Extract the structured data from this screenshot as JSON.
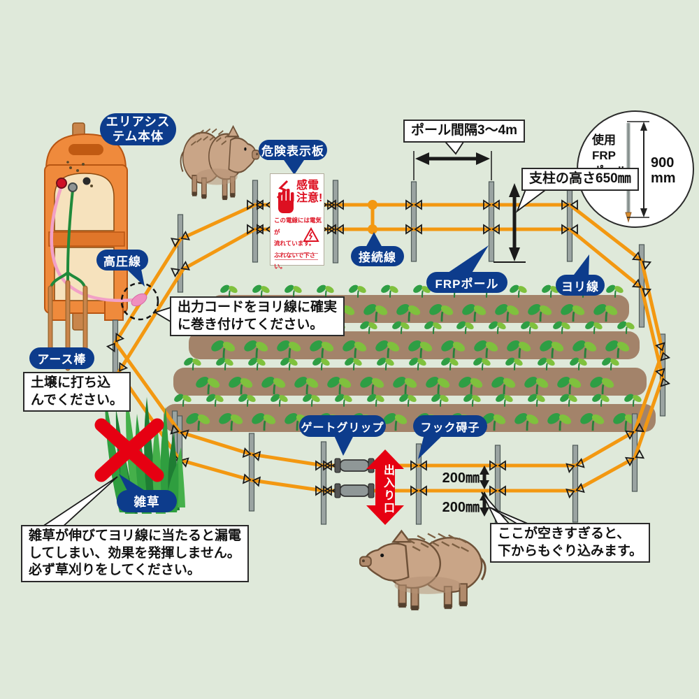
{
  "colors": {
    "background": "#dfe9da",
    "bubble_blue": "#0d3c8c",
    "wire_orange": "#f39811",
    "warning_red": "#e60012",
    "soil_brown": "#a3836a",
    "pole_gray": "#9ba4a2",
    "leaf_dark": "#2e9e44",
    "leaf_light": "#7fc13d"
  },
  "bubbles": {
    "system_unit": "エリアシス\nテム本体",
    "danger_board": "危険表示板",
    "high_voltage_line": "高圧線",
    "earth_rod": "アース棒",
    "connection_line": "接続線",
    "frp_pole": "FRPポール",
    "twisted_wire": "ヨリ線",
    "gate_grip": "ゲートグリップ",
    "hook_insulator": "フック碍子",
    "weeds": "雑草"
  },
  "notes": {
    "pole_spacing": "ポール間隔3〜4m",
    "post_height": "支柱の高さ650㎜",
    "output_cord": "出力コードをヨリ線に確実\nに巻き付けてください。",
    "earth_rod": "土壌に打ち込\nんでください。",
    "weeds": "雑草が伸びてヨリ線に当たると漏電\nしてしまい、効果を発揮しません。\n必ず草刈りをしてください。",
    "gap": "ここが空きすぎると、\n下からもぐり込みます。"
  },
  "inset": {
    "title": "使用\nFRP\nポール",
    "length": "900\nmm"
  },
  "measurements": {
    "gap_top": "200㎜",
    "gap_bottom": "200㎜",
    "entrance": "出入り口"
  },
  "sign": {
    "title": "感電\n注意!",
    "body": "この電線には電気が\n流れています。\nふれないで下さい。"
  }
}
